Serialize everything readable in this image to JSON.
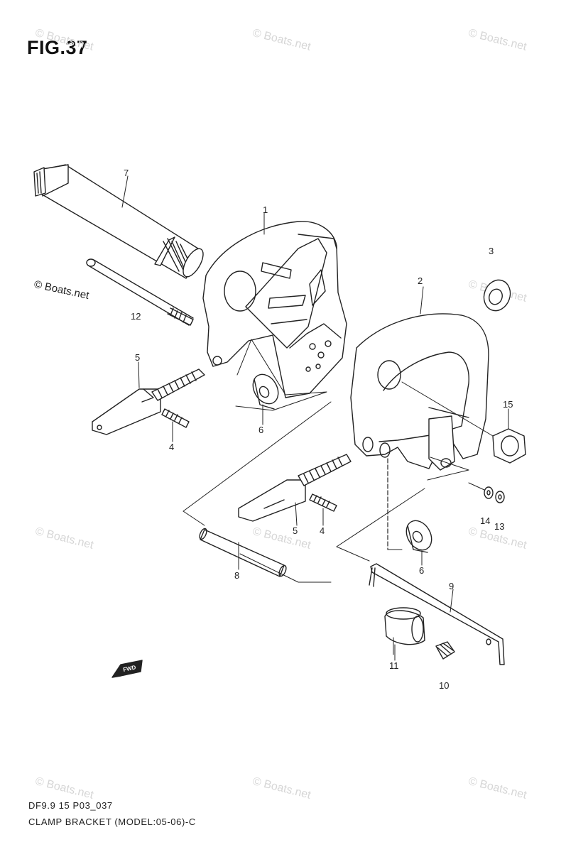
{
  "figure": {
    "title": "FIG.37"
  },
  "watermark_text": "© Boats.net",
  "callouts": {
    "c7": "7",
    "c1": "1",
    "c3": "3",
    "c2": "2",
    "c12": "12",
    "c5a": "5",
    "c4a": "4",
    "c6a": "6",
    "c15": "15",
    "c5b": "5",
    "c4b": "4",
    "c14": "14",
    "c13": "13",
    "c8": "8",
    "c6b": "6",
    "c9": "9",
    "c11": "11",
    "c10": "10"
  },
  "fwd_marker": "FWD",
  "footer": {
    "code": "DF9.9 15 P03_037",
    "name": "CLAMP BRACKET (MODEL:05-06)-C"
  },
  "colors": {
    "line": "#222222",
    "watermark": "#d6d6d6",
    "background": "#ffffff"
  }
}
